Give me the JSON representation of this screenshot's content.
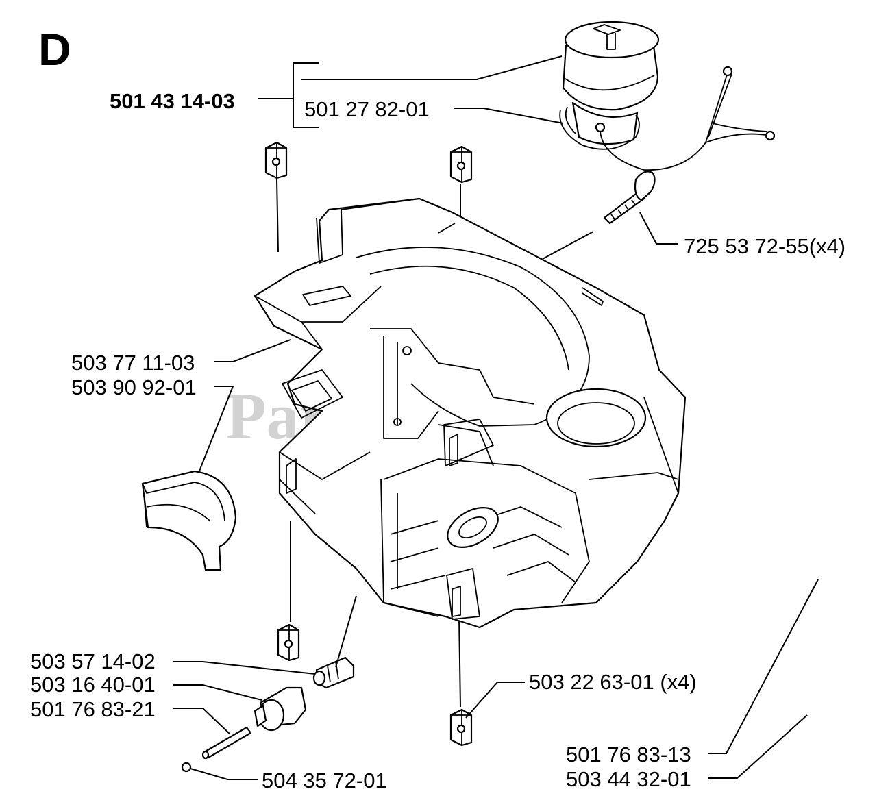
{
  "section_letter": "D",
  "watermark": "PartsTree",
  "watermark_tm": "™",
  "parts": {
    "oil_cap_kit": "501 43 14-03",
    "oil_cap_seal": "501 27 82-01",
    "screw": "725 53 72-55(x4)",
    "tank_housing": "503 77 11-03",
    "guide_plate": "503 90 92-01",
    "hose_nipple": "503 57 14-02",
    "filter": "503 16 40-01",
    "hose": "501 76 83-21",
    "plug": "504 35 72-01",
    "rubber_mount": "503 22 63-01 (x4)",
    "tank_kit_a": "501 76 83-13",
    "tank_kit_b": "503 44 32-01"
  }
}
